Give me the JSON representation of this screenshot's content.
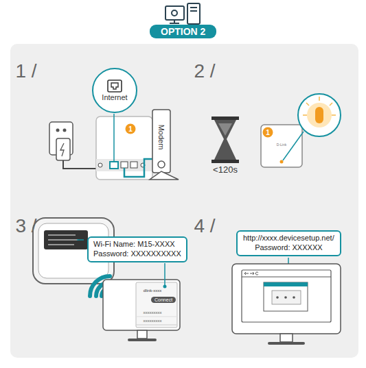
{
  "diagram": {
    "nodes": [
      {
        "text": [
          "OPTION 2"
        ]
      },
      {
        "text": [
          "Internet"
        ]
      },
      {
        "text": [
          "Wi-Fi Name: M15-XXXX",
          "Password: XXXXXXXXXX"
        ]
      },
      {
        "text": [
          "Connect"
        ]
      },
      {
        "text": [
          "http://xxxx.devicesetup.net/",
          "Password: XXXXXX"
        ]
      }
    ],
    "labels": [
      "1 /",
      "1",
      "Modem",
      "2 /",
      "1",
      "D-Link",
      "<120s",
      "3 /",
      "dlink-xxxx",
      "xxxxxxxxx",
      "xxxxxxxxx",
      "4 /"
    ]
  }
}
